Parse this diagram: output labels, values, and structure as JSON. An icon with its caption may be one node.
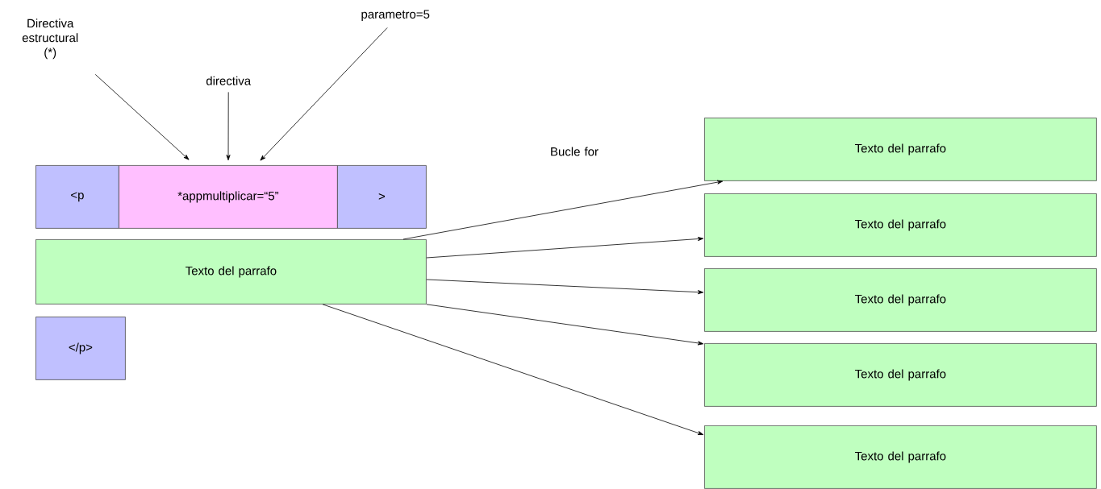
{
  "diagram": {
    "nodes": [
      {
        "text": [
          "Directiva estructural (*)"
        ]
      },
      {
        "text": [
          "directiva"
        ]
      },
      {
        "text": [
          "parametro=5"
        ]
      },
      {
        "text": [
          "<p"
        ]
      },
      {
        "text": [
          "*appmultiplicar=“5”"
        ]
      },
      {
        "text": [
          ">"
        ]
      },
      {
        "text": [
          "Texto del parrafo"
        ]
      },
      {
        "text": [
          "</p>"
        ]
      },
      {
        "text": [
          "Texto del parrafo"
        ]
      },
      {
        "text": [
          "Texto del parrafo"
        ]
      },
      {
        "text": [
          "Texto del parrafo"
        ]
      },
      {
        "text": [
          "Texto del parrafo"
        ]
      },
      {
        "text": [
          "Texto del parrafo"
        ]
      }
    ],
    "edges": [
      {
        "from": 0,
        "to": 4,
        "arrow": "to"
      },
      {
        "from": 1,
        "to": 4,
        "arrow": "to"
      },
      {
        "from": 2,
        "to": 4,
        "arrow": "to"
      },
      {
        "from": 6,
        "to": 8,
        "arrow": "to"
      },
      {
        "from": 6,
        "to": 9,
        "arrow": "to"
      },
      {
        "from": 6,
        "to": 10,
        "arrow": "to"
      },
      {
        "from": 6,
        "to": 11,
        "arrow": "to"
      },
      {
        "from": 6,
        "to": 12,
        "arrow": "to"
      }
    ],
    "labels": [
      "Bucle for"
    ]
  }
}
